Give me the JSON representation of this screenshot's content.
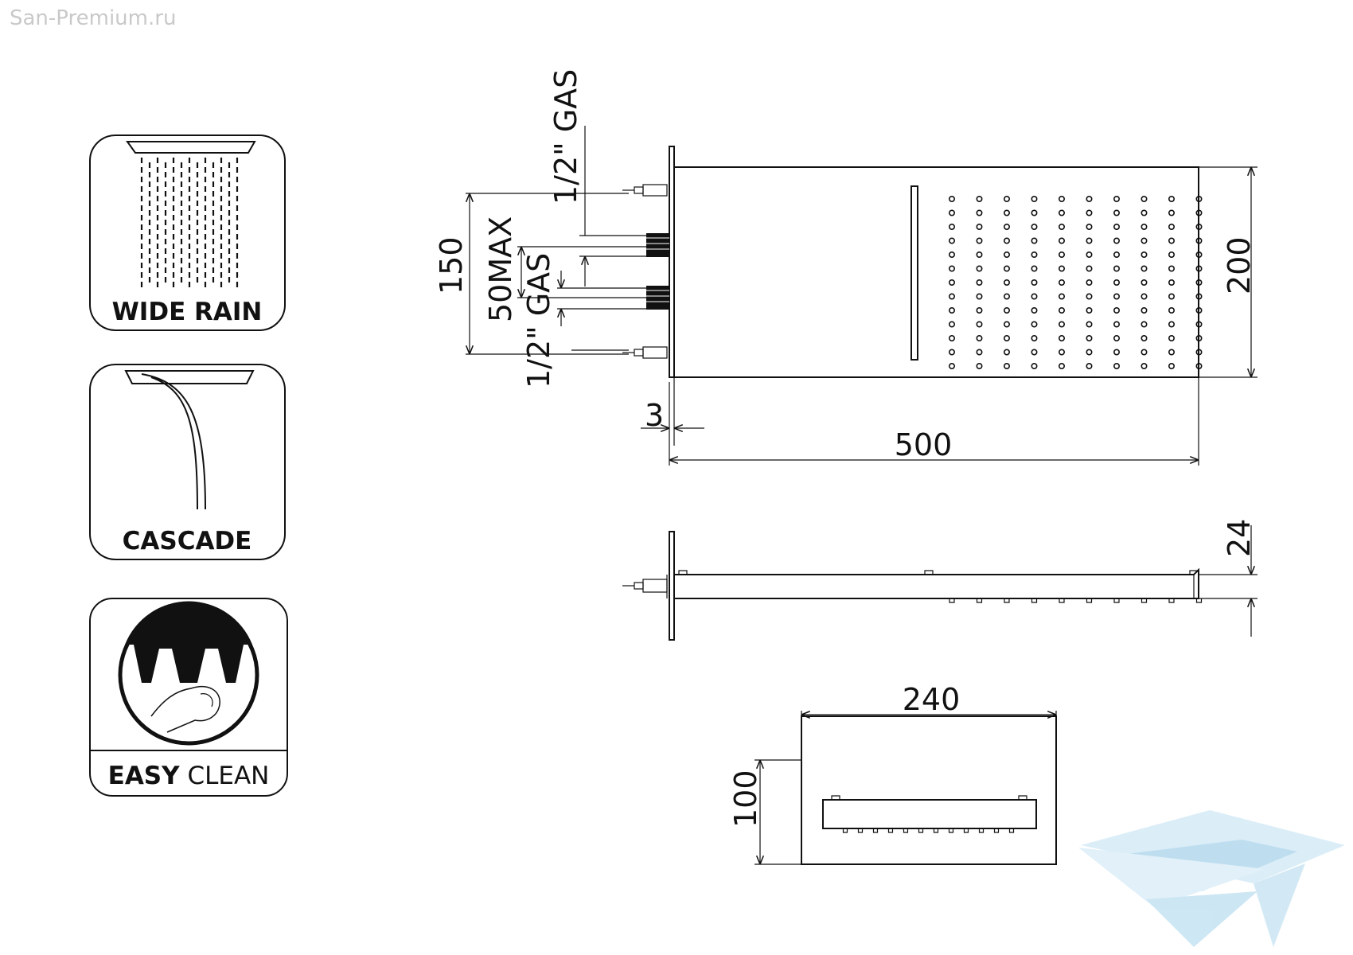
{
  "watermark": "San-Premium.ru",
  "badges": {
    "wide_rain": "WIDE RAIN",
    "cascade": "CASCADE",
    "easy_clean_bold": "EASY",
    "easy_clean_rest": "CLEAN"
  },
  "dimensions": {
    "gas_top": "1/2\" GAS",
    "gas_bottom": "1/2\" GAS",
    "d150": "150",
    "d50max": "50MAX",
    "d200": "200",
    "d3": "3",
    "d500": "500",
    "d24": "24",
    "d240": "240",
    "d100": "100"
  },
  "colors": {
    "line": "#111111",
    "logo": "#b9dcef",
    "watermark": "#c9c9c9"
  }
}
